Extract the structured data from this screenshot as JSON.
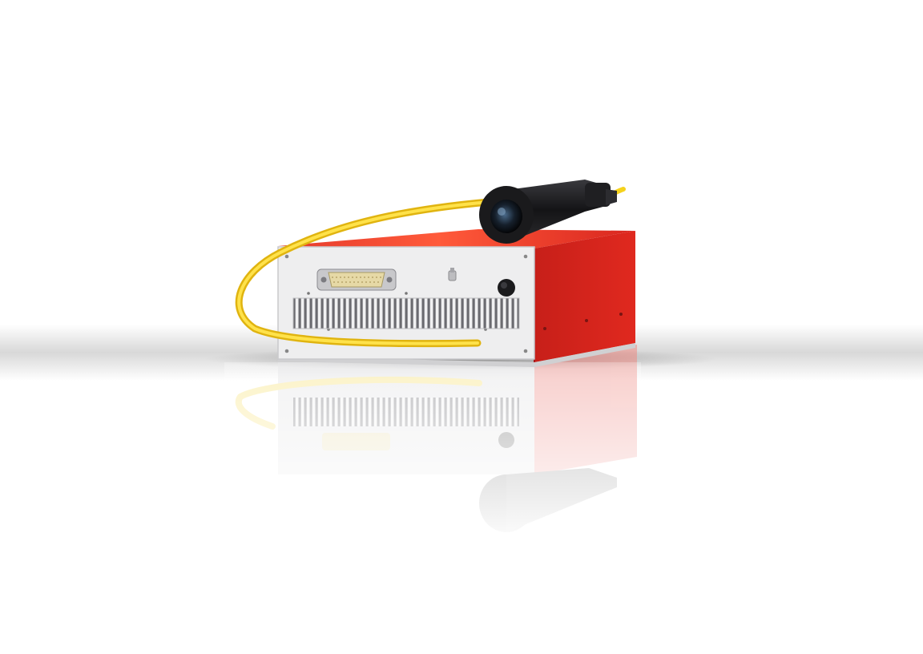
{
  "scene": {
    "subject": "fiber-laser-source",
    "colors": {
      "background": "#ffffff",
      "housing_red": "#d9261f",
      "housing_red_dark": "#b51c17",
      "panel_grey": "#eeeeef",
      "fiber_yellow": "#f5d21c",
      "head_black": "#1a1a1c",
      "connector_gold": "#e6d9a6"
    },
    "icons": {
      "laser_unit": "laser-unit",
      "fiber_cable": "fiber-cable",
      "output_head": "collimator-head",
      "db25_connector": "db25-connector",
      "key_switch": "key-switch",
      "heatsink": "heatsink-fins",
      "reflection": "floor-reflection"
    }
  }
}
